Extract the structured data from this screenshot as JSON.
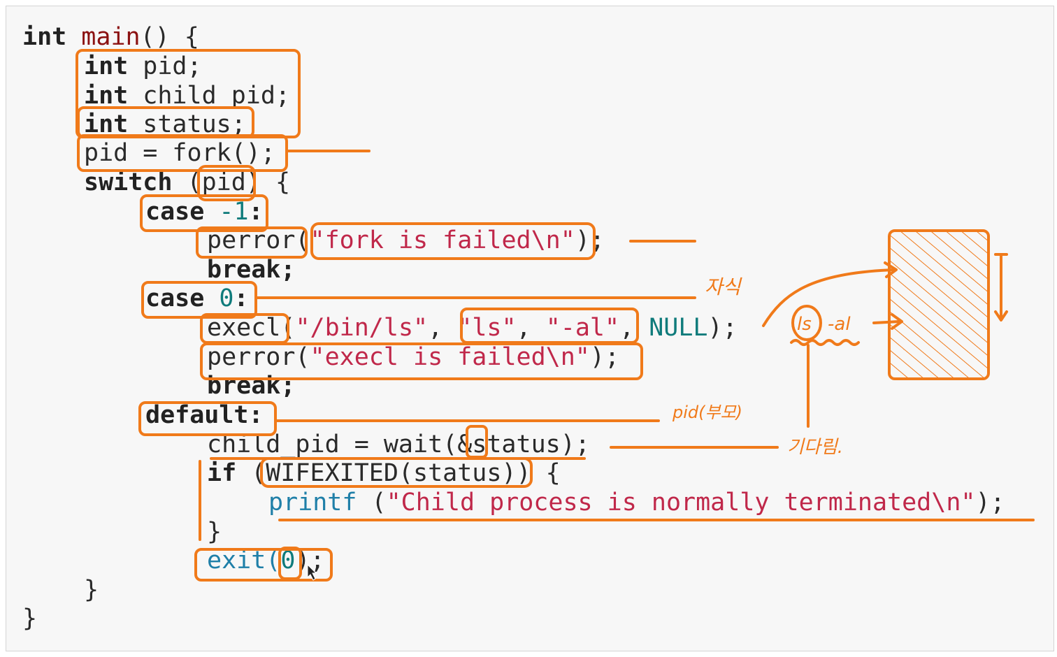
{
  "code": {
    "l0": [
      "int",
      " ",
      "main",
      "() {"
    ],
    "l1": [
      "int",
      " pid;"
    ],
    "l2": [
      "int",
      " child_pid;"
    ],
    "l3": [
      "int",
      " status;"
    ],
    "l4": [
      "pid = fork();"
    ],
    "l5": [
      "switch",
      " (pid) {"
    ],
    "l6": [
      "case",
      " ",
      "-1",
      ":"
    ],
    "l7": [
      "perror(",
      "\"fork is failed\\n\"",
      ");"
    ],
    "l8": [
      "break;"
    ],
    "l9": [
      "case",
      " ",
      "0",
      ":"
    ],
    "l10": [
      "execl(",
      "\"/bin/ls\"",
      ", ",
      "\"ls\"",
      ", ",
      "\"-al\"",
      ", ",
      "NULL",
      ");"
    ],
    "l11": [
      "perror(",
      "\"execl is failed\\n\"",
      ");"
    ],
    "l12": [
      "break;"
    ],
    "l13": [
      "default:"
    ],
    "l14": [
      "child_pid = wait(&status);"
    ],
    "l15": [
      "if",
      " (WIFEXITED(status)) {"
    ],
    "l16": [
      "printf",
      " (",
      "\"Child process is normally terminated\\n\"",
      ");"
    ],
    "l17": [
      "}"
    ],
    "l18": [
      "exit(",
      "0",
      ");"
    ],
    "l19": [
      "}"
    ],
    "l20": [
      "}"
    ]
  },
  "annotations": {
    "child_label": "자식",
    "parent_label": "pid(부모)",
    "wait_label": "기다림.",
    "ls_label": "ls",
    "al_label": "-al"
  },
  "colors": {
    "annotation": "#f07a1a",
    "keyword": "#222222",
    "string": "#c0284a",
    "number": "#0f7b7b",
    "function": "#1f7fa8",
    "main_fn": "#8b1111"
  }
}
